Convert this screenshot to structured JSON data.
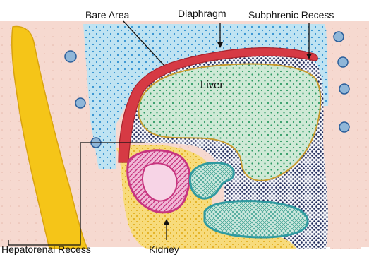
{
  "labels": {
    "bare_area": "Bare Area",
    "diaphragm": "Diaphragm",
    "subphrenic_recess": "Subphrenic Recess",
    "liver": "Liver",
    "hepatorenal_recess": "Hepatorenal Recess",
    "kidney": "Kidney"
  },
  "colors": {
    "lung": "#bfe3f2",
    "lung_dots": "#2f8fd0",
    "body_wall": "#f6d9d0",
    "spine_band": "#f5c518",
    "diaphragm": "#d63a44",
    "liver_fill": "#cfe9d6",
    "liver_dots": "#2e9a64",
    "peritoneal_space": "#1f2a5a",
    "retroperitoneal_fat": "#f3c94d",
    "kidney": "#c7357f",
    "bowel": "#2f9aa0"
  }
}
